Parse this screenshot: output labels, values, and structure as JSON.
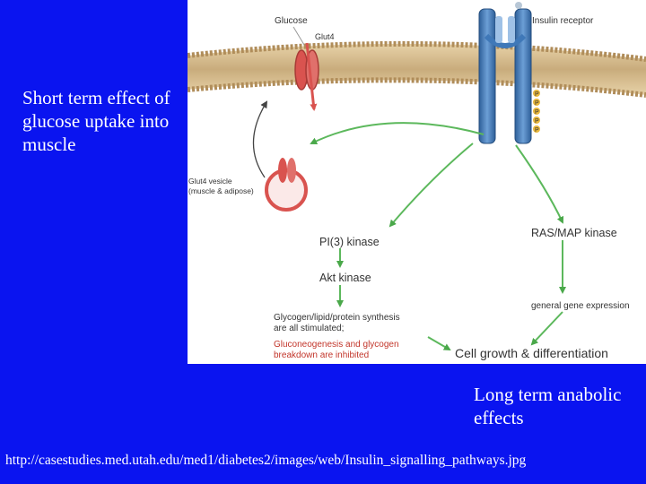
{
  "slide": {
    "short_term_text": "Short term effect of glucose uptake into muscle",
    "long_term_text": "Long term anabolic effects",
    "source_url": "http://casestudies.med.utah.edu/med1/diabetes2/images/web/Insulin_signalling_pathways.jpg"
  },
  "diagram": {
    "glucose_label": "Glucose",
    "glut4_label": "Glut4",
    "insulin_receptor_label": "Insulin receptor",
    "phosphate_label": "P",
    "glut4_vesicle_label_line1": "Glut4 vesicle",
    "glut4_vesicle_label_line2": "(muscle & adipose)",
    "pi3_kinase_label": "PI(3) kinase",
    "akt_kinase_label": "Akt kinase",
    "synthesis_line1": "Glycogen/lipid/protein synthesis",
    "synthesis_line2": "are all stimulated;",
    "inhibited_line1": "Gluconeogenesis and glycogen",
    "inhibited_line2": "breakdown are inhibited",
    "ras_map_label": "RAS/MAP kinase",
    "gene_expression_label": "general gene expression",
    "cell_growth_label": "Cell growth & differentiation",
    "colors": {
      "membrane": "#d9c29a",
      "receptor": "#3f78b8",
      "arrow": "#5cb85c",
      "glut4": "#d9534f",
      "inhibited_text": "#c2352a"
    }
  }
}
